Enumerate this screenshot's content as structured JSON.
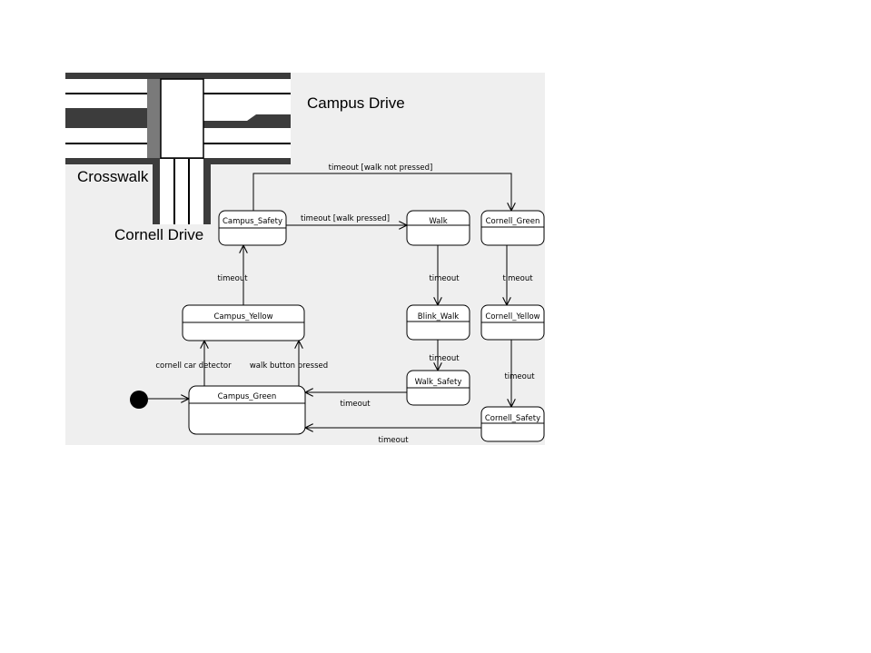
{
  "map": {
    "campus_drive_label": "Campus Drive",
    "crosswalk_label": "Crosswalk",
    "cornell_drive_label": "Cornell Drive"
  },
  "states": {
    "campus_safety": "Campus_Safety",
    "walk": "Walk",
    "cornell_green": "Cornell_Green",
    "campus_yellow": "Campus_Yellow",
    "blink_walk": "Blink_Walk",
    "cornell_yellow": "Cornell_Yellow",
    "walk_safety": "Walk_Safety",
    "campus_green": "Campus_Green",
    "cornell_safety": "Cornell_Safety"
  },
  "transitions": {
    "safety_to_cornell_green": "timeout [walk not pressed]",
    "safety_to_walk": "timeout [walk pressed]",
    "yellow_to_safety": "timeout",
    "walk_to_blink": "timeout",
    "cornell_green_to_yellow": "timeout",
    "blink_to_walk_safety": "timeout",
    "cornell_yellow_to_safety": "timeout",
    "green_to_yellow_detector": "cornell car detector",
    "green_to_yellow_button": "walk button pressed",
    "walk_safety_to_green": "timeout",
    "cornell_safety_to_green": "timeout"
  }
}
